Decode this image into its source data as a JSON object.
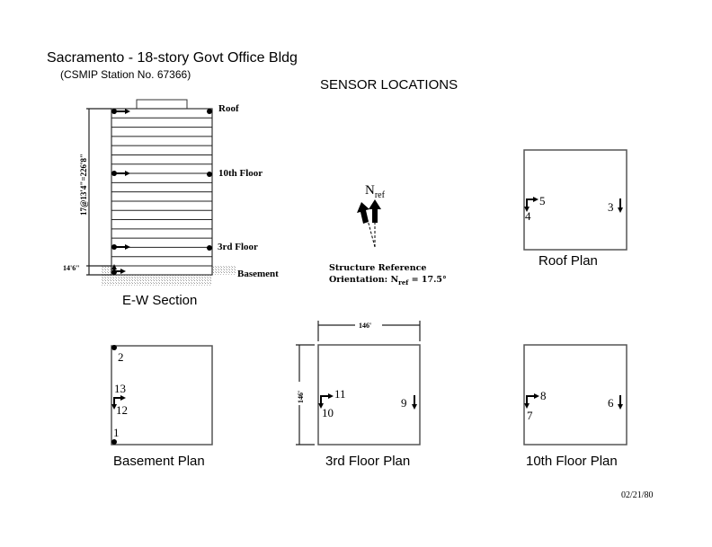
{
  "title": "Sacramento - 18-story Govt Office Bldg",
  "subtitle": "(CSMIP Station No. 67366)",
  "heading": "SENSOR LOCATIONS",
  "section": {
    "caption": "E-W Section",
    "levels": {
      "roof": "Roof",
      "tenth": "10th Floor",
      "third": "3rd Floor",
      "basement": "Basement"
    },
    "height_dim": "17@13'4\"=226'8\"",
    "basement_dim": "14'6\""
  },
  "north": {
    "label": "N",
    "sub": "ref",
    "ref_line1": "Structure Reference",
    "ref_line2_prefix": "Orientation: N",
    "ref_line2_sub": "ref",
    "ref_line2_value": " = 17.5°"
  },
  "plans": {
    "roof": {
      "caption": "Roof Plan",
      "sensors": [
        "3",
        "4",
        "5"
      ]
    },
    "basement": {
      "caption": "Basement Plan",
      "sensors": [
        "1",
        "2",
        "12",
        "13"
      ]
    },
    "third": {
      "caption": "3rd Floor Plan",
      "sensors": [
        "9",
        "10",
        "11"
      ],
      "dim_w": "146'",
      "dim_h": "146'"
    },
    "tenth": {
      "caption": "10th Floor Plan",
      "sensors": [
        "6",
        "7",
        "8"
      ]
    }
  },
  "date": "02/21/80"
}
